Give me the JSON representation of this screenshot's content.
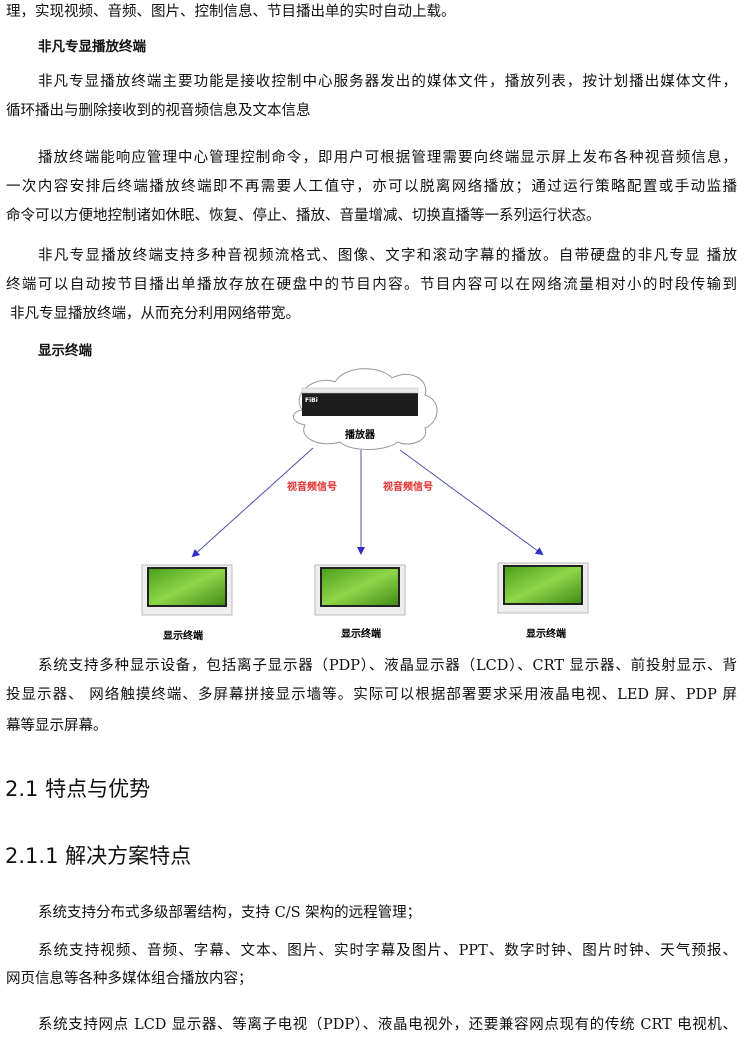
{
  "p0": "理，实现视频、音频、图片、控制信息、节目播出单的实时自动上载。",
  "h_player": "非凡专显播放终端",
  "p1": [
    "非凡专显播放终端主要功能是接收控制中心服务器发出的媒体文件，播放列表，按计划播出媒体文件，",
    "循环播出与删除接收到的视音频信息及文本信息"
  ],
  "p2": [
    "播放终端能响应管理中心管理控制命令，即用户可根据管理需要向终端显示屏上发布各种视音频信息，",
    "一次内容安排后终端播放终端即不再需要人工值守，亦可以脱离网络播放；通过运行策略配置或手动监播",
    "命令可以方便地控制诸如休眠、恢复、停止、播放、音量增减、切换直播等一系列运行状态。"
  ],
  "p3": [
    "非凡专显播放终端支持多种音视频流格式、图像、文字和滚动字幕的播放。自带硬盘的非凡专显 播放",
    "终端可以自动按节目播出单播放存放在硬盘中的节目内容。节目内容可以在网络流量相对小的时段传输到",
    "非凡专显播放终端，从而充分利用网络带宽。"
  ],
  "h_display": "显示终端",
  "diagram": {
    "player_label": "播放器",
    "logo": "FiBi",
    "signal_label_left": "视音频信号",
    "signal_label_right": "视音频信号",
    "terminals": [
      "显示终端",
      "显示终端",
      "显示终端"
    ],
    "signal_color": "#e03030",
    "arrow_color": "#3030c8"
  },
  "p4": [
    "系统支持多种显示设备，包括离子显示器（PDP）、液晶显示器（LCD）、CRT 显示器、前投射显示、背",
    "投显示器、 网络触摸终端、多屏幕拼接显示墙等。实际可以根据部署要求采用液晶电视、LED 屏、PDP 屏",
    "幕等显示屏幕。"
  ],
  "h2_1": "2.1 特点与优势",
  "h2_1_1": "2.1.1 解决方案特点",
  "p5": "系统支持分布式多级部署结构，支持 C/S 架构的远程管理；",
  "p6": [
    "系统支持视频、音频、字幕、文本、图片、实时字幕及图片、PPT、数字时钟、图片时钟、天气预报、",
    "网页信息等各种多媒体组合播放内容；"
  ],
  "p7": "系统支持网点 LCD 显示器、等离子电视（PDP）、液晶电视外，还要兼容网点现有的传统 CRT 电视机、"
}
